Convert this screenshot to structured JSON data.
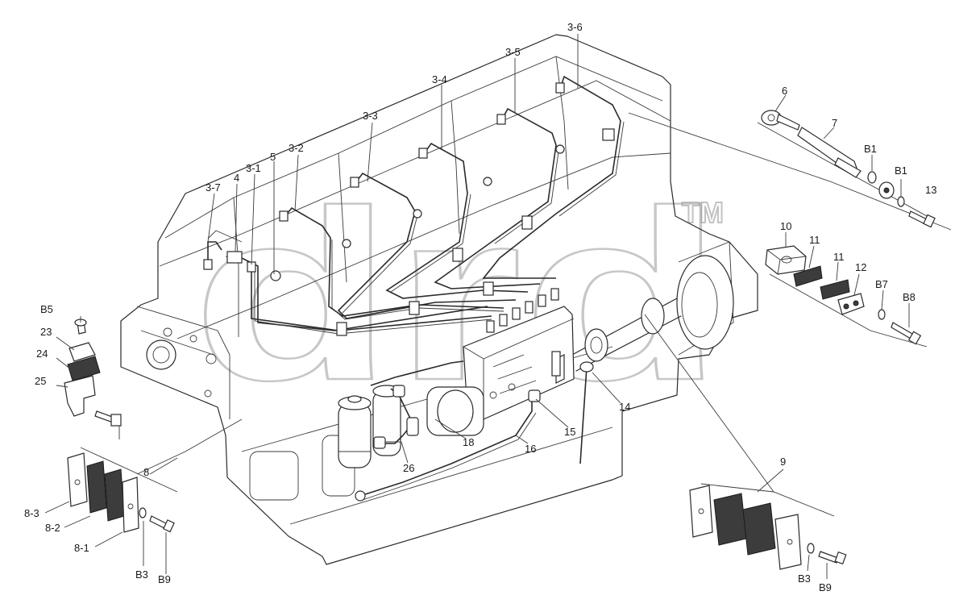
{
  "watermark": {
    "text": "drd",
    "mark": "TM"
  },
  "labels": [
    {
      "id": "3-6",
      "text": "3-6"
    },
    {
      "id": "3-5",
      "text": "3-5"
    },
    {
      "id": "3-4",
      "text": "3-4"
    },
    {
      "id": "3-3",
      "text": "3-3"
    },
    {
      "id": "3-2",
      "text": "3-2"
    },
    {
      "id": "5",
      "text": "5"
    },
    {
      "id": "3-1",
      "text": "3-1"
    },
    {
      "id": "4",
      "text": "4"
    },
    {
      "id": "3-7",
      "text": "3-7"
    },
    {
      "id": "6",
      "text": "6"
    },
    {
      "id": "7",
      "text": "7"
    },
    {
      "id": "B1a",
      "text": "B1"
    },
    {
      "id": "B1b",
      "text": "B1"
    },
    {
      "id": "13",
      "text": "13"
    },
    {
      "id": "10",
      "text": "10"
    },
    {
      "id": "11a",
      "text": "11"
    },
    {
      "id": "11b",
      "text": "11"
    },
    {
      "id": "12",
      "text": "12"
    },
    {
      "id": "B7",
      "text": "B7"
    },
    {
      "id": "B8",
      "text": "B8"
    },
    {
      "id": "B5",
      "text": "B5"
    },
    {
      "id": "23",
      "text": "23"
    },
    {
      "id": "24",
      "text": "24"
    },
    {
      "id": "25",
      "text": "25"
    },
    {
      "id": "8",
      "text": "8"
    },
    {
      "id": "8-3",
      "text": "8-3"
    },
    {
      "id": "8-2",
      "text": "8-2"
    },
    {
      "id": "8-1",
      "text": "8-1"
    },
    {
      "id": "B3a",
      "text": "B3"
    },
    {
      "id": "B9a",
      "text": "B9"
    },
    {
      "id": "9",
      "text": "9"
    },
    {
      "id": "B3b",
      "text": "B3"
    },
    {
      "id": "B9b",
      "text": "B9"
    },
    {
      "id": "14",
      "text": "14"
    },
    {
      "id": "15",
      "text": "15"
    },
    {
      "id": "16",
      "text": "16"
    },
    {
      "id": "18",
      "text": "18"
    },
    {
      "id": "26",
      "text": "26"
    }
  ]
}
